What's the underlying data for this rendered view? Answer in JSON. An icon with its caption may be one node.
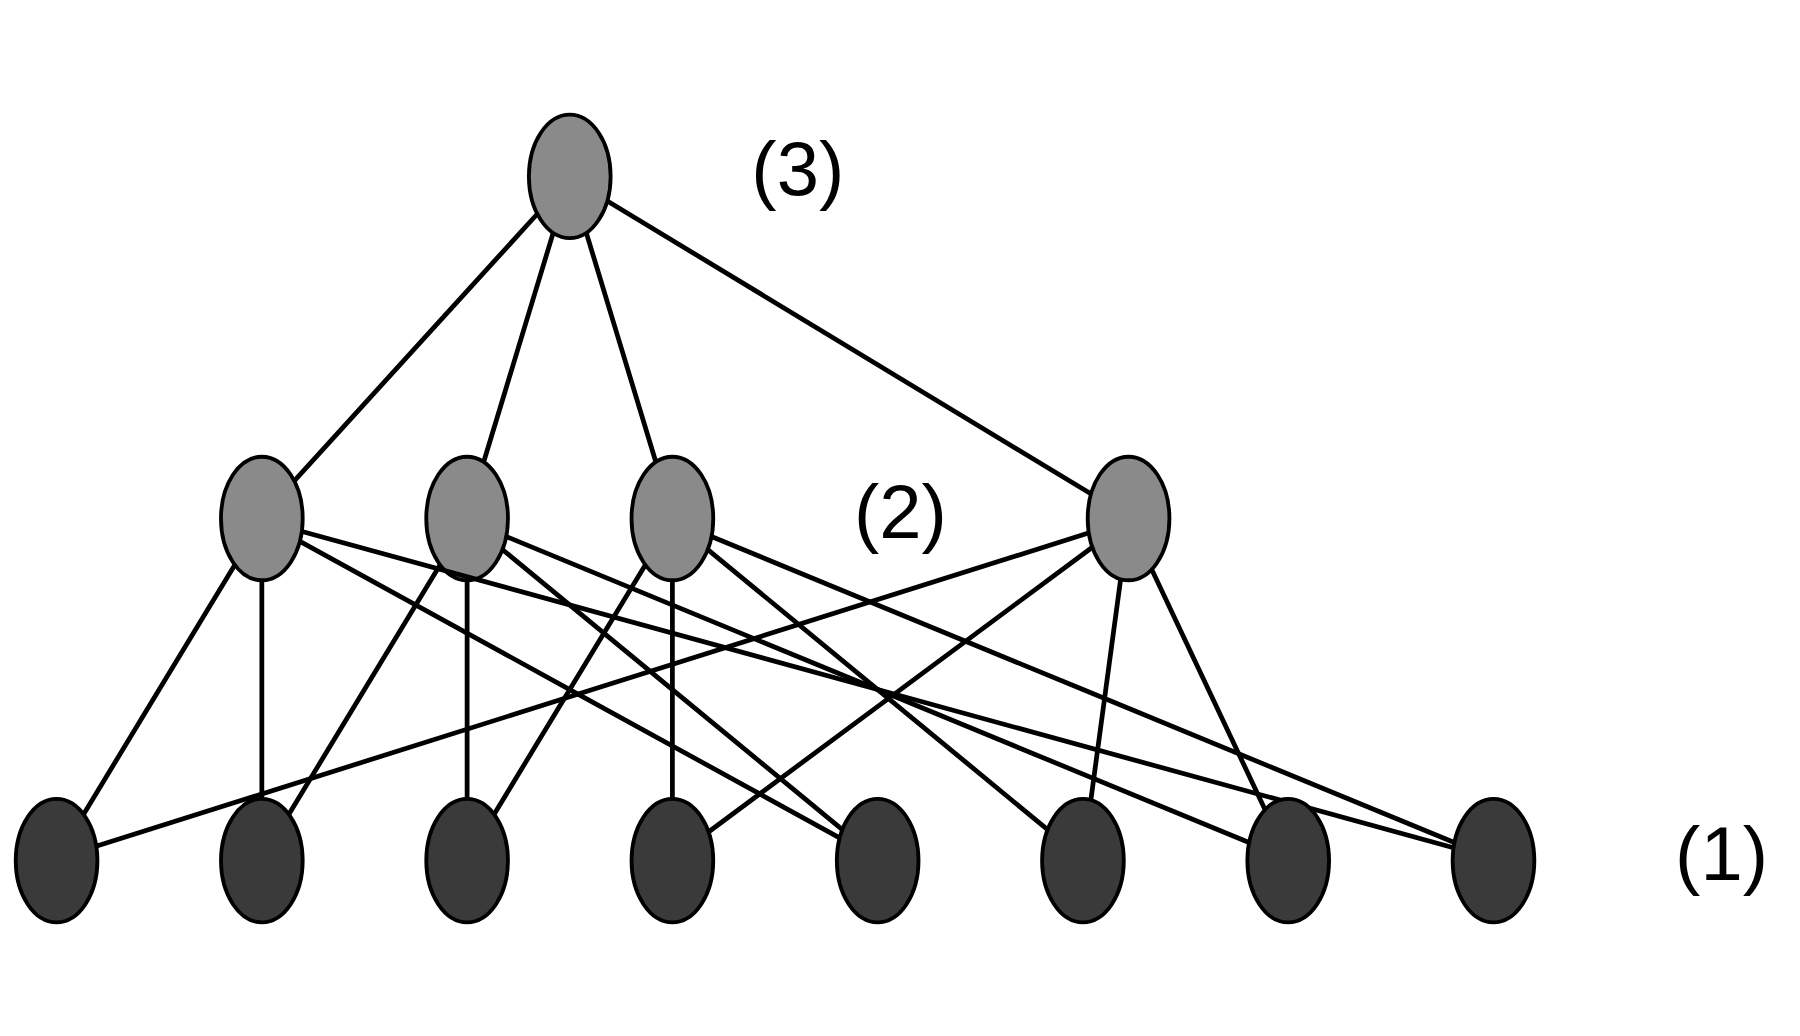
{
  "diagram": {
    "nodes": [
      {
        "text": [],
        "shape": "ellipse"
      },
      {
        "text": [],
        "shape": "ellipse"
      },
      {
        "text": [],
        "shape": "ellipse"
      },
      {
        "text": [],
        "shape": "ellipse"
      },
      {
        "text": [],
        "shape": "ellipse"
      },
      {
        "text": [],
        "shape": "ellipse"
      },
      {
        "text": [],
        "shape": "ellipse"
      },
      {
        "text": [],
        "shape": "ellipse"
      },
      {
        "text": [],
        "shape": "ellipse"
      },
      {
        "text": [],
        "shape": "ellipse"
      },
      {
        "text": [],
        "shape": "ellipse"
      },
      {
        "text": [],
        "shape": "ellipse"
      },
      {
        "text": [],
        "shape": "ellipse"
      }
    ],
    "edges": [
      {
        "from": 0,
        "to": 1,
        "arrow": "none"
      },
      {
        "from": 0,
        "to": 2,
        "arrow": "none"
      },
      {
        "from": 0,
        "to": 3,
        "arrow": "none"
      },
      {
        "from": 0,
        "to": 4,
        "arrow": "none"
      },
      {
        "from": 1,
        "to": 5,
        "arrow": "none"
      },
      {
        "from": 1,
        "to": 6,
        "arrow": "none"
      },
      {
        "from": 1,
        "to": 9,
        "arrow": "none"
      },
      {
        "from": 1,
        "to": 12,
        "arrow": "none"
      },
      {
        "from": 2,
        "to": 6,
        "arrow": "none"
      },
      {
        "from": 2,
        "to": 7,
        "arrow": "none"
      },
      {
        "from": 2,
        "to": 9,
        "arrow": "none"
      },
      {
        "from": 2,
        "to": 11,
        "arrow": "none"
      },
      {
        "from": 3,
        "to": 7,
        "arrow": "none"
      },
      {
        "from": 3,
        "to": 8,
        "arrow": "none"
      },
      {
        "from": 3,
        "to": 10,
        "arrow": "none"
      },
      {
        "from": 3,
        "to": 12,
        "arrow": "none"
      },
      {
        "from": 4,
        "to": 5,
        "arrow": "none"
      },
      {
        "from": 4,
        "to": 8,
        "arrow": "none"
      },
      {
        "from": 4,
        "to": 10,
        "arrow": "none"
      },
      {
        "from": 4,
        "to": 11,
        "arrow": "none"
      }
    ],
    "labels": [
      "(3)",
      "(2)",
      "(1)"
    ]
  }
}
